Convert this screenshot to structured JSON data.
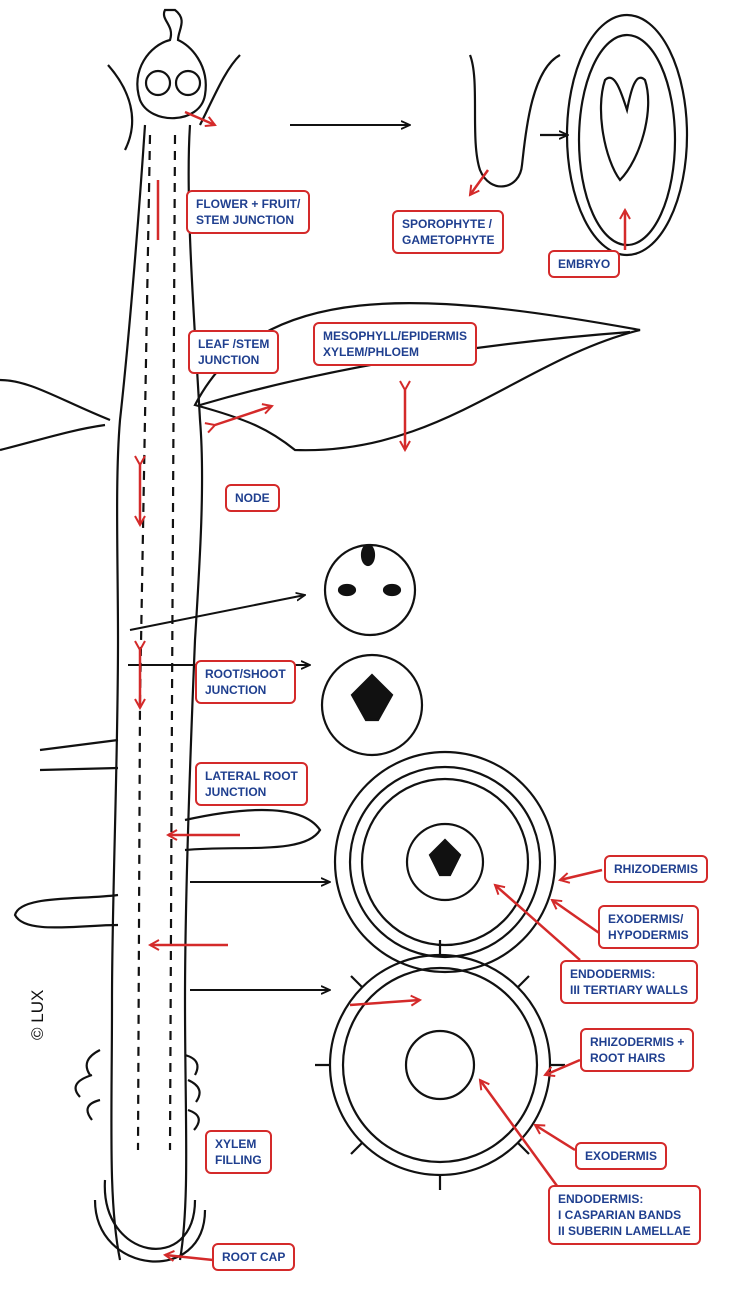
{
  "labels": {
    "flower_fruit": [
      "FLOWER + FRUIT/",
      "STEM JUNCTION"
    ],
    "sporophyte": [
      "SPOROPHYTE /",
      "GAMETOPHYTE"
    ],
    "embryo": [
      "EMBRYO"
    ],
    "leaf_stem": [
      "LEAF /STEM",
      "JUNCTION"
    ],
    "mesophyll": [
      "MESOPHYLL/EPIDERMIS",
      "XYLEM/PHLOEM"
    ],
    "node": [
      "NODE"
    ],
    "root_shoot": [
      "ROOT/SHOOT",
      "JUNCTION"
    ],
    "lateral_root": [
      "LATERAL ROOT",
      "JUNCTION"
    ],
    "rhizodermis": [
      "RHIZODERMIS"
    ],
    "exodermis_hypo": [
      "EXODERMIS/",
      "HYPODERMIS"
    ],
    "endodermis_tertiary": [
      "ENDODERMIS:",
      "III TERTIARY WALLS"
    ],
    "rhizodermis_hairs": [
      "RHIZODERMIS +",
      "ROOT HAIRS"
    ],
    "xylem_filling": [
      "XYLEM",
      "FILLING"
    ],
    "exodermis": [
      "EXODERMIS"
    ],
    "endodermis_casparian": [
      "ENDODERMIS:",
      "I CASPARIAN BANDS",
      "II SUBERIN LAMELLAE"
    ],
    "root_cap": [
      "ROOT CAP"
    ]
  },
  "copyright": "© LUX",
  "colors": {
    "label_border": "#d42a2a",
    "label_text": "#1f3f8f",
    "arrow_red": "#d42a2a",
    "ink": "#111111"
  }
}
